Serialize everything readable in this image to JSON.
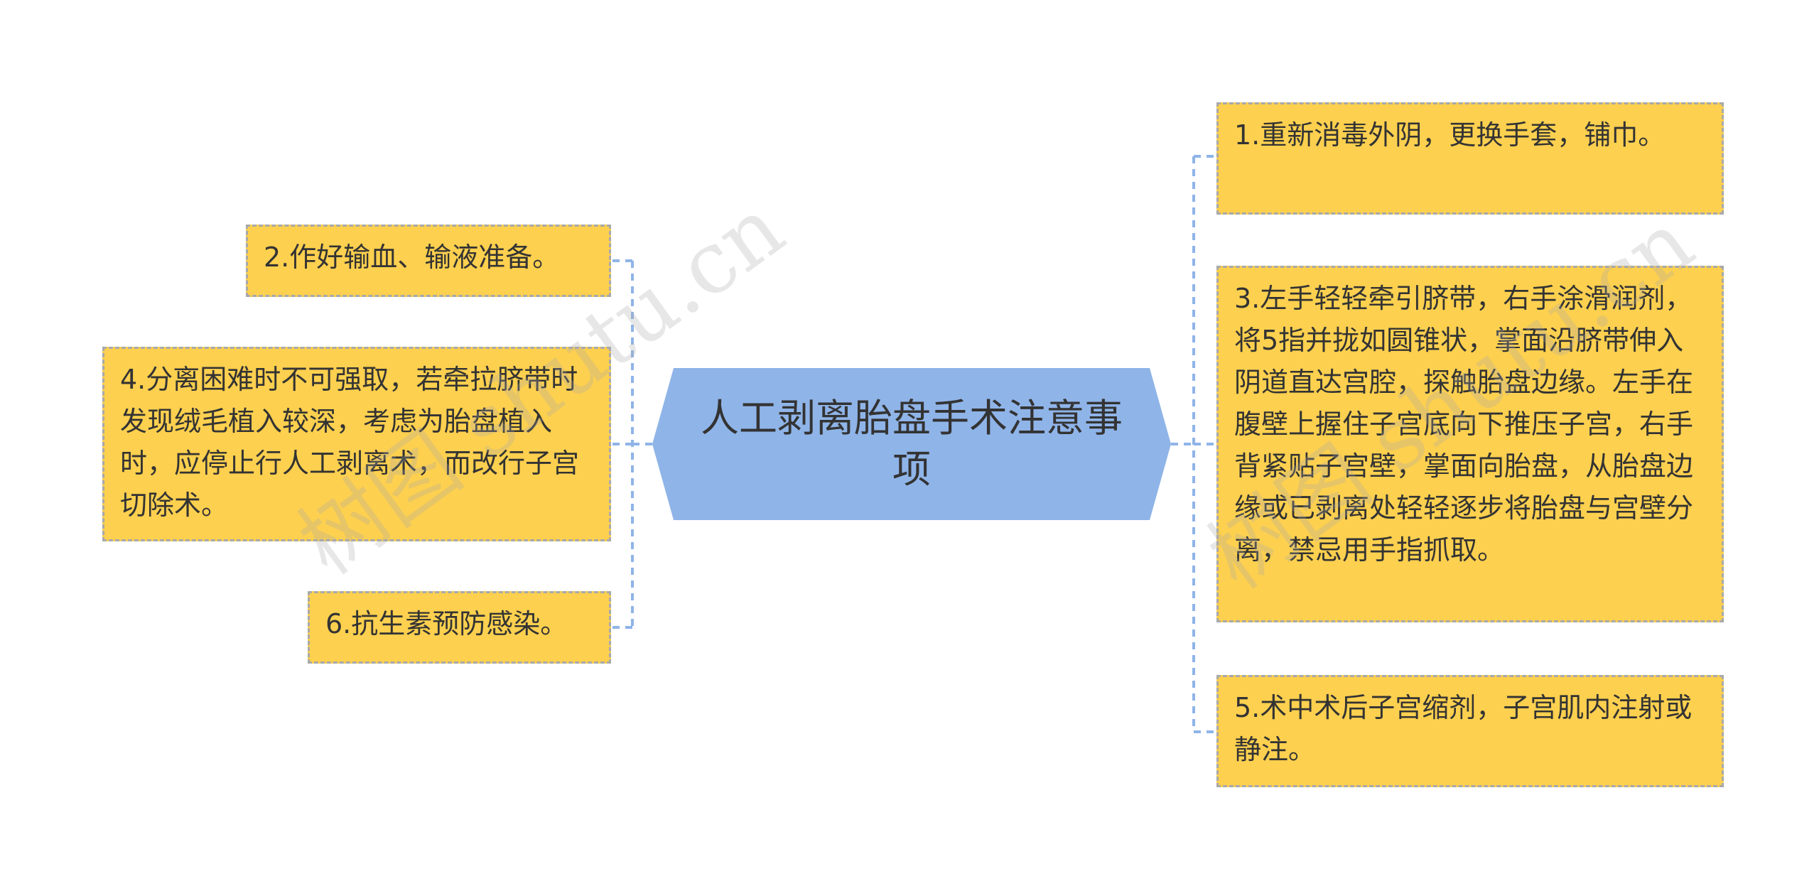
{
  "center": {
    "title": "人工剥离胎盘手术注意事项"
  },
  "nodes": {
    "n1": "1.重新消毒外阴，更换手套，铺巾。",
    "n2": "2.作好输血、输液准备。",
    "n3": "3.左手轻轻牵引脐带，右手涂滑润剂，将5指并拢如圆锥状，掌面沿脐带伸入阴道直达宫腔，探触胎盘边缘。左手在腹壁上握住子宫底向下推压子宫，右手背紧贴子宫壁，掌面向胎盘，从胎盘边缘或已剥离处轻轻逐步将胎盘与宫壁分离，禁忌用手指抓取。",
    "n4": "4.分离困难时不可强取，若牵拉脐带时发现绒毛植入较深，考虑为胎盘植入时，应停止行人工剥离术，而改行子宫切除术。",
    "n5": "5.术中术后子宫缩剂，子宫肌内注射或静注。",
    "n6": "6.抗生素预防感染。"
  },
  "watermarks": [
    "树图 shutu.cn",
    "树图 shutu.cn"
  ],
  "colors": {
    "node_fill": "#fdd04f",
    "node_border": "#a9a9a9",
    "center_fill": "#8fb4e8",
    "connector": "#8fb4e8"
  }
}
